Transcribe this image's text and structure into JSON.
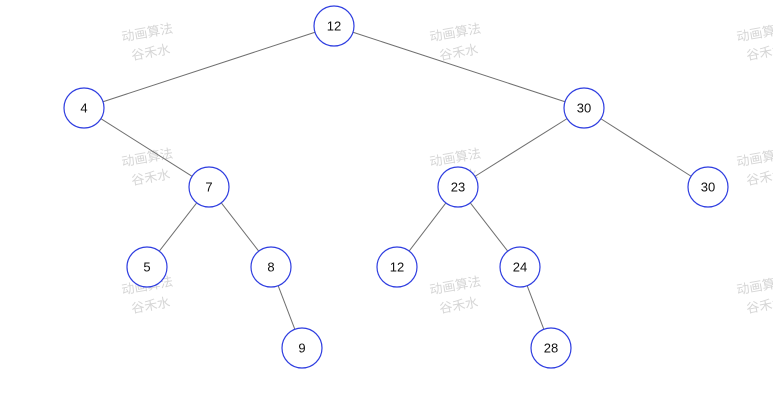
{
  "watermark": {
    "line1": "动画算法",
    "line2": "谷禾水"
  },
  "colors": {
    "node_stroke": "#2e3de0",
    "edge": "#6f6f6f",
    "watermark": "#d6d6d6"
  },
  "tree": {
    "nodes": [
      {
        "id": "n12a",
        "value": "12"
      },
      {
        "id": "n4",
        "value": "4"
      },
      {
        "id": "n30a",
        "value": "30"
      },
      {
        "id": "n7",
        "value": "7"
      },
      {
        "id": "n23",
        "value": "23"
      },
      {
        "id": "n30b",
        "value": "30"
      },
      {
        "id": "n5",
        "value": "5"
      },
      {
        "id": "n8",
        "value": "8"
      },
      {
        "id": "n12b",
        "value": "12"
      },
      {
        "id": "n24",
        "value": "24"
      },
      {
        "id": "n9",
        "value": "9"
      },
      {
        "id": "n28",
        "value": "28"
      }
    ],
    "edges": [
      [
        "n12a",
        "n4"
      ],
      [
        "n12a",
        "n30a"
      ],
      [
        "n4",
        "n7"
      ],
      [
        "n30a",
        "n23"
      ],
      [
        "n30a",
        "n30b"
      ],
      [
        "n7",
        "n5"
      ],
      [
        "n7",
        "n8"
      ],
      [
        "n23",
        "n12b"
      ],
      [
        "n23",
        "n24"
      ],
      [
        "n8",
        "n9"
      ],
      [
        "n24",
        "n28"
      ]
    ]
  }
}
